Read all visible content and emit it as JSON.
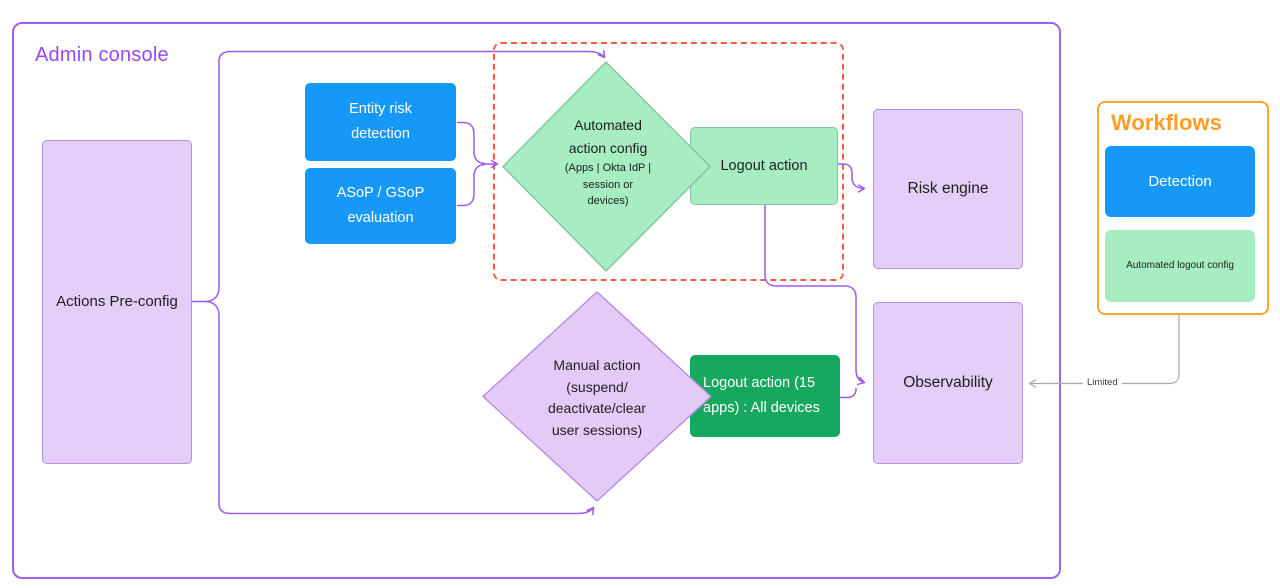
{
  "colors": {
    "admin_border_purple": "#a160f2",
    "admin_title_purple": "#9747fa",
    "connector_purple": "#9b5af0",
    "node_purple_fill": "#e4cdf6",
    "node_purple_border": "#b690de",
    "node_blue": "#1598f7",
    "node_green_light": "#a7edc2",
    "node_green_light_border": "#83c49f",
    "node_green_dark": "#16a85e",
    "dashed_region_red": "#f25c44",
    "workflows_orange": "#ffa629",
    "workflows_title_orange": "#ff9d27",
    "gray_connector": "#a8a8ac"
  },
  "admin_console": {
    "title": "Admin console"
  },
  "nodes": {
    "actions_preconfig": "Actions Pre-config",
    "entity_risk_detection": "Entity risk\ndetection",
    "asop_gsop_evaluation": "ASoP / GSoP\nevaluation",
    "automated_action_config_title": "Automated\naction config",
    "automated_action_config_subtitle": "(Apps | Okta IdP |\nsession or\ndevices)",
    "logout_action": "Logout action",
    "risk_engine": "Risk engine",
    "manual_action": "Manual action\n(suspend/\ndeactivate/clear\nuser sessions)",
    "logout_action_devices": "Logout action (15\napps) : All devices",
    "observability": "Observability"
  },
  "workflows": {
    "title": "Workflows",
    "detection": "Detection",
    "automated_logout_config": "Automated logout config"
  },
  "connections": {
    "limited_label": "Limited"
  }
}
